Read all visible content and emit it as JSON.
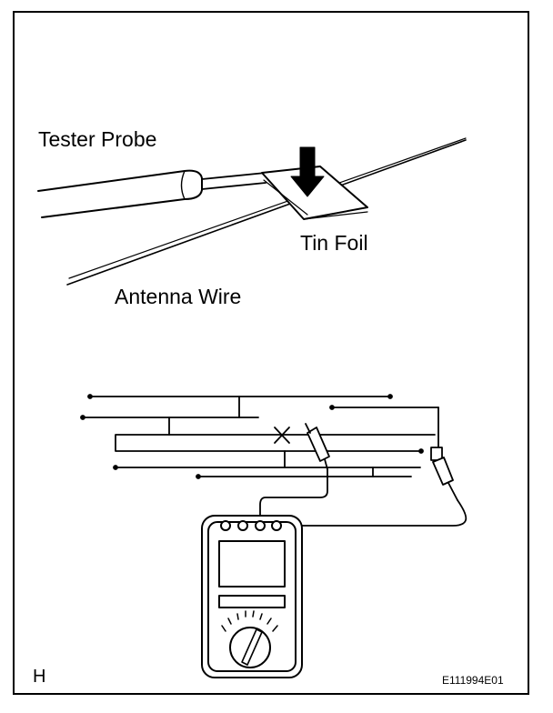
{
  "labels": {
    "tester_probe": "Tester Probe",
    "tin_foil": "Tin Foil",
    "antenna_wire": "Antenna Wire",
    "view_letter": "H",
    "figure_code": "E111994E01"
  },
  "colors": {
    "line": "#000000",
    "background": "#ffffff"
  },
  "icons": [
    "tester-probe-icon",
    "tin-foil-icon",
    "down-arrow-icon",
    "multimeter-icon",
    "x-mark-icon"
  ]
}
